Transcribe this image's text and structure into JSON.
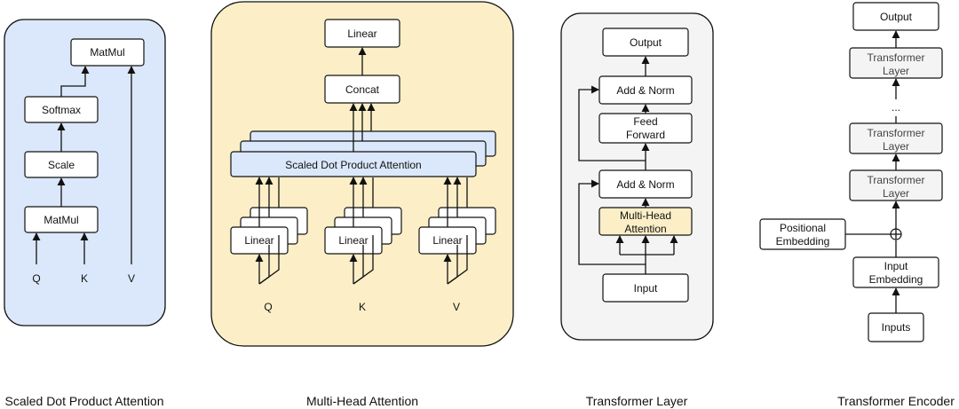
{
  "captions": {
    "sdpa": "Scaled Dot Product Attention",
    "mha": "Multi-Head Attention",
    "layer": "Transformer Layer",
    "encoder": "Transformer Encoder"
  },
  "sdpa": {
    "matmul_top": "MatMul",
    "softmax": "Softmax",
    "scale": "Scale",
    "matmul_bottom": "MatMul",
    "q": "Q",
    "k": "K",
    "v": "V"
  },
  "mha": {
    "linear_top": "Linear",
    "concat": "Concat",
    "sdpa": "Scaled Dot Product Attention",
    "linear_q": "Linear",
    "linear_k": "Linear",
    "linear_v": "Linear",
    "q": "Q",
    "k": "K",
    "v": "V"
  },
  "layer": {
    "output": "Output",
    "add_norm_top": "Add & Norm",
    "ff_line1": "Feed",
    "ff_line2": "Forward",
    "add_norm_bottom": "Add & Norm",
    "mha_line1": "Multi-Head",
    "mha_line2": "Attention",
    "input": "Input"
  },
  "encoder": {
    "output": "Output",
    "tl1_line1": "Transformer",
    "tl1_line2": "Layer",
    "ellipsis": "...",
    "tl2_line1": "Transformer",
    "tl2_line2": "Layer",
    "tl3_line1": "Transformer",
    "tl3_line2": "Layer",
    "pos_line1": "Positional",
    "pos_line2": "Embedding",
    "emb_line1": "Input",
    "emb_line2": "Embedding",
    "inputs": "Inputs"
  },
  "colors": {
    "sdpa_panel": "#dbe8fb",
    "mha_panel": "#fcefc7",
    "layer_panel": "#f4f4f4",
    "highlight": "#fcefc7"
  }
}
